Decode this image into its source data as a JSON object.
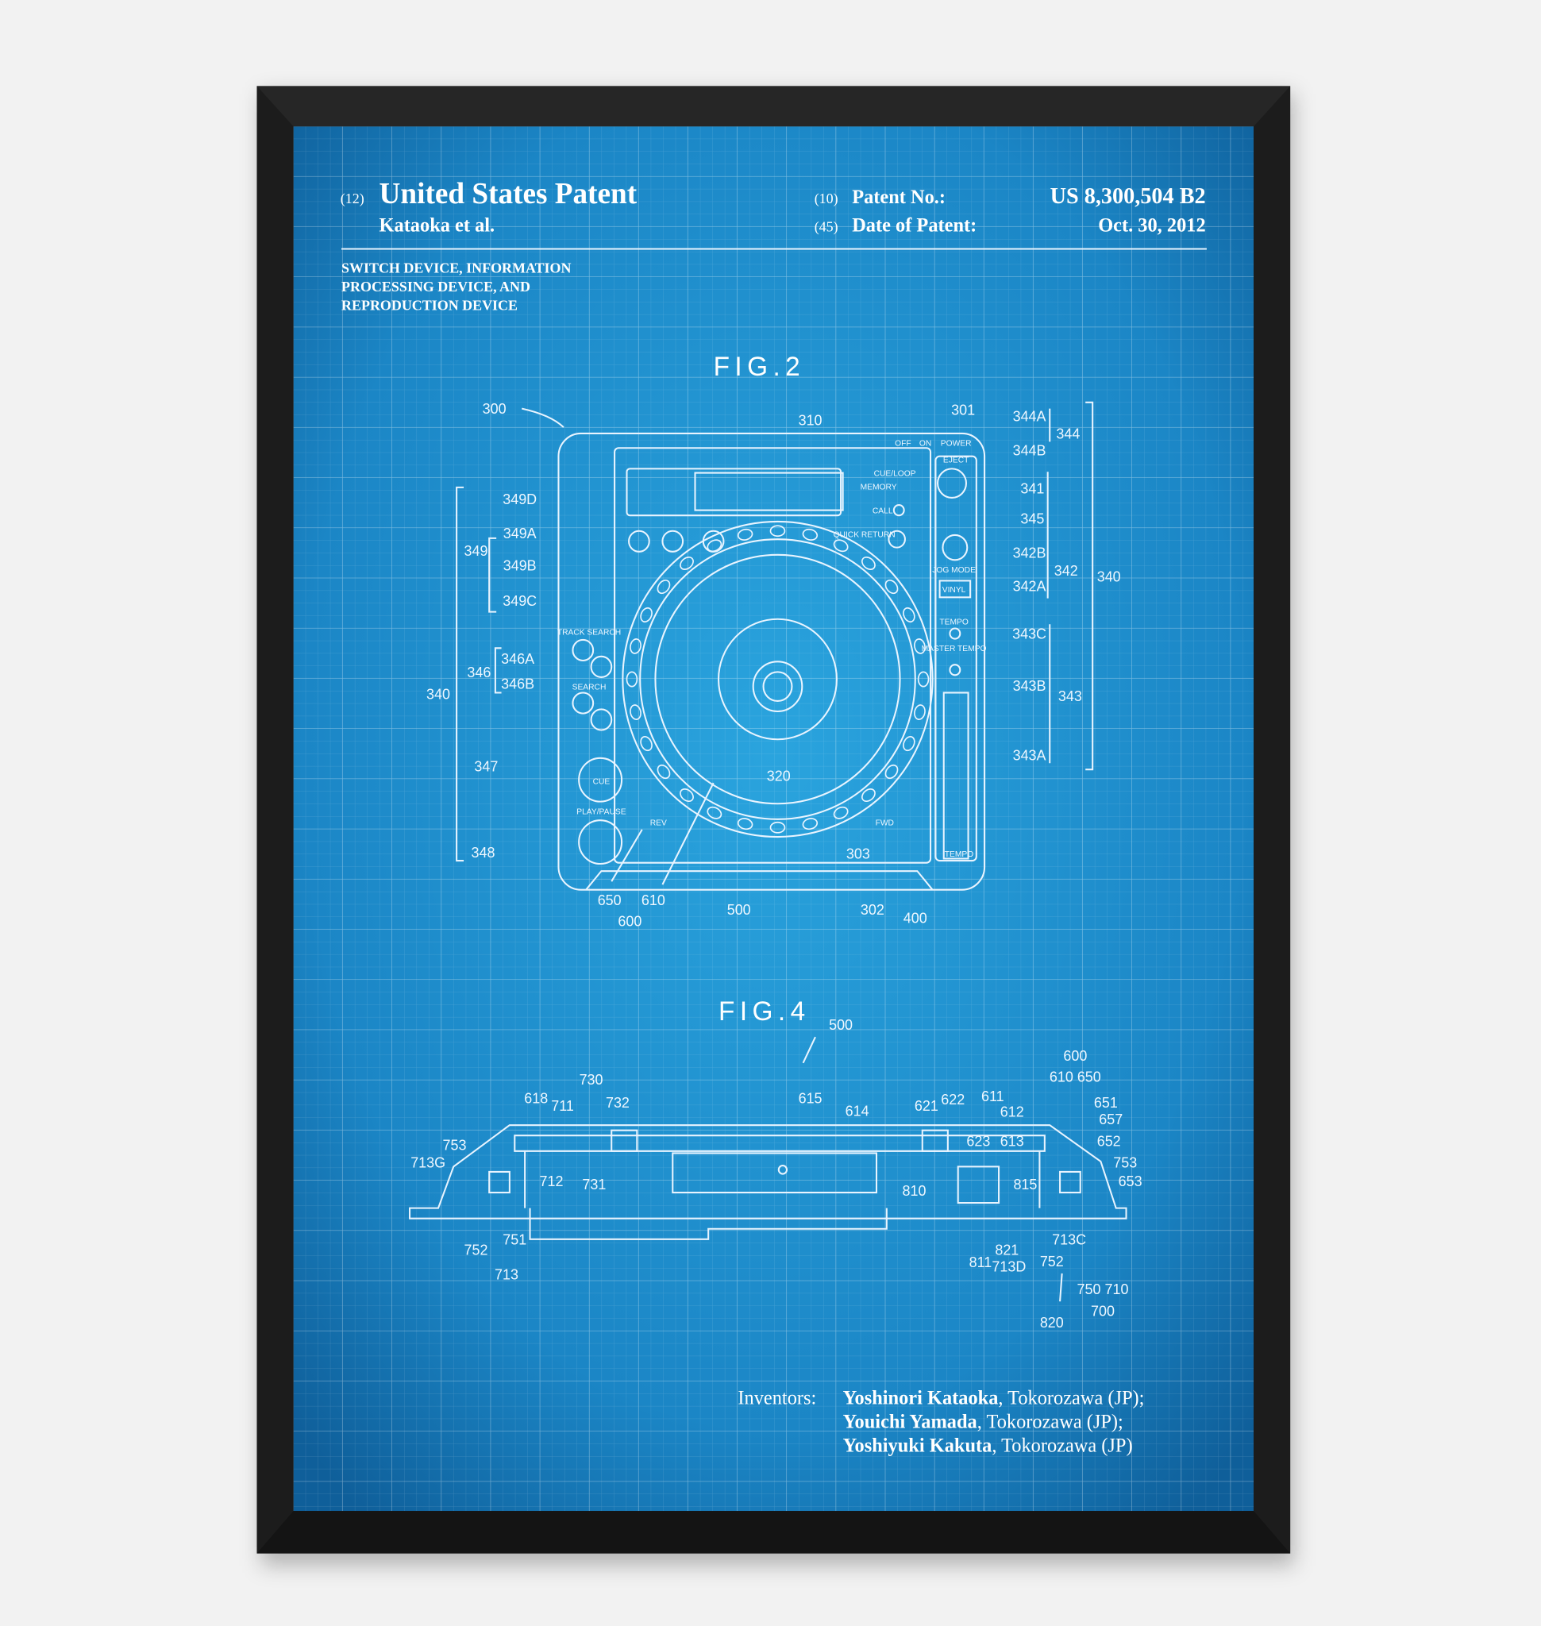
{
  "header": {
    "code12": "(12)",
    "title": "United States Patent",
    "assignee": "Kataoka et al.",
    "code10": "(10)",
    "patent_no_label": "Patent No.:",
    "patent_no": "US 8,300,504 B2",
    "code45": "(45)",
    "date_label": "Date of Patent:",
    "date": "Oct. 30, 2012"
  },
  "invention_title": [
    "SWITCH DEVICE, INFORMATION",
    "PROCESSING DEVICE, AND",
    "REPRODUCTION DEVICE"
  ],
  "fig2": {
    "title": "FIG.2",
    "labels": [
      "300",
      "310",
      "301",
      "344A",
      "344",
      "344B",
      "341",
      "345",
      "342B",
      "342",
      "340",
      "342A",
      "343C",
      "343",
      "343B",
      "343A",
      "349D",
      "349A",
      "349",
      "349B",
      "349C",
      "346A",
      "346",
      "346B",
      "340",
      "347",
      "348",
      "320",
      "303",
      "650",
      "610",
      "600",
      "500",
      "302",
      "400"
    ],
    "panel_text": [
      "TRACK SEARCH",
      "SEARCH",
      "CUE",
      "PLAY/PAUSE",
      "REV",
      "FWD",
      "TEMPO",
      "MASTER TEMPO",
      "EJECT",
      "CALL",
      "MEMORY",
      "QUICK RETURN",
      "JOG MODE",
      "VINYL",
      "OFF",
      "ON",
      "POWER",
      "CUE/LOOP",
      "TEMPO"
    ]
  },
  "fig4": {
    "title": "FIG.4",
    "labels": [
      "500",
      "600",
      "610 650",
      "730",
      "618",
      "711",
      "732",
      "615",
      "614",
      "621",
      "622",
      "611",
      "612",
      "651",
      "657",
      "652",
      "623",
      "613",
      "753",
      "713G",
      "712",
      "731",
      "810",
      "815",
      "753",
      "653",
      "713C",
      "821",
      "811",
      "713D",
      "752",
      "751",
      "752",
      "713",
      "750 710",
      "700",
      "820"
    ]
  },
  "inventors": {
    "label": "Inventors:",
    "list": [
      {
        "name": "Yoshinori Kataoka",
        "place": ", Tokorozawa (JP);"
      },
      {
        "name": "Youichi Yamada",
        "place": ", Tokorozawa (JP);"
      },
      {
        "name": "Yoshiyuki Kakuta",
        "place": ", Tokorozawa (JP)"
      }
    ]
  },
  "colors": {
    "blueprint": "#1f8fcf",
    "frame": "#1c1c1c",
    "line": "#e8f4ff"
  }
}
